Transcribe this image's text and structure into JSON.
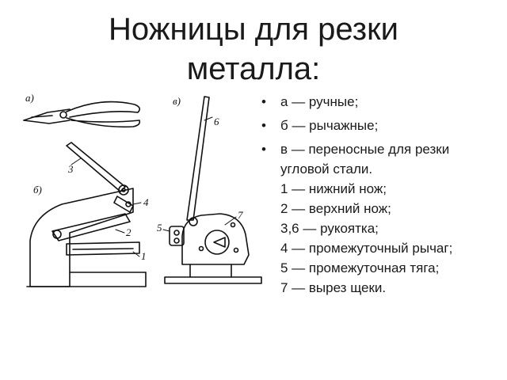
{
  "slide": {
    "title_line1": "Ножницы для резки",
    "title_line2": "металла:"
  },
  "figure": {
    "label_a": "а)",
    "label_b": "б)",
    "label_v": "в)",
    "n1": "1",
    "n2": "2",
    "n3": "3",
    "n4": "4",
    "n5": "5",
    "n6": "6",
    "n7": "7"
  },
  "bullets": {
    "bullet_char": "•",
    "item_a": "а — ручные;",
    "item_b": "б — рычажные;",
    "item_v_lines": [
      "в — переносные для резки угловой стали.",
      "1 — нижний нож;",
      "2 — верхний нож;",
      "3,6 — рукоятка;",
      "4 — промежуточный рычаг;",
      "5 — промежуточная тяга;",
      "7 — вырез щеки."
    ]
  }
}
